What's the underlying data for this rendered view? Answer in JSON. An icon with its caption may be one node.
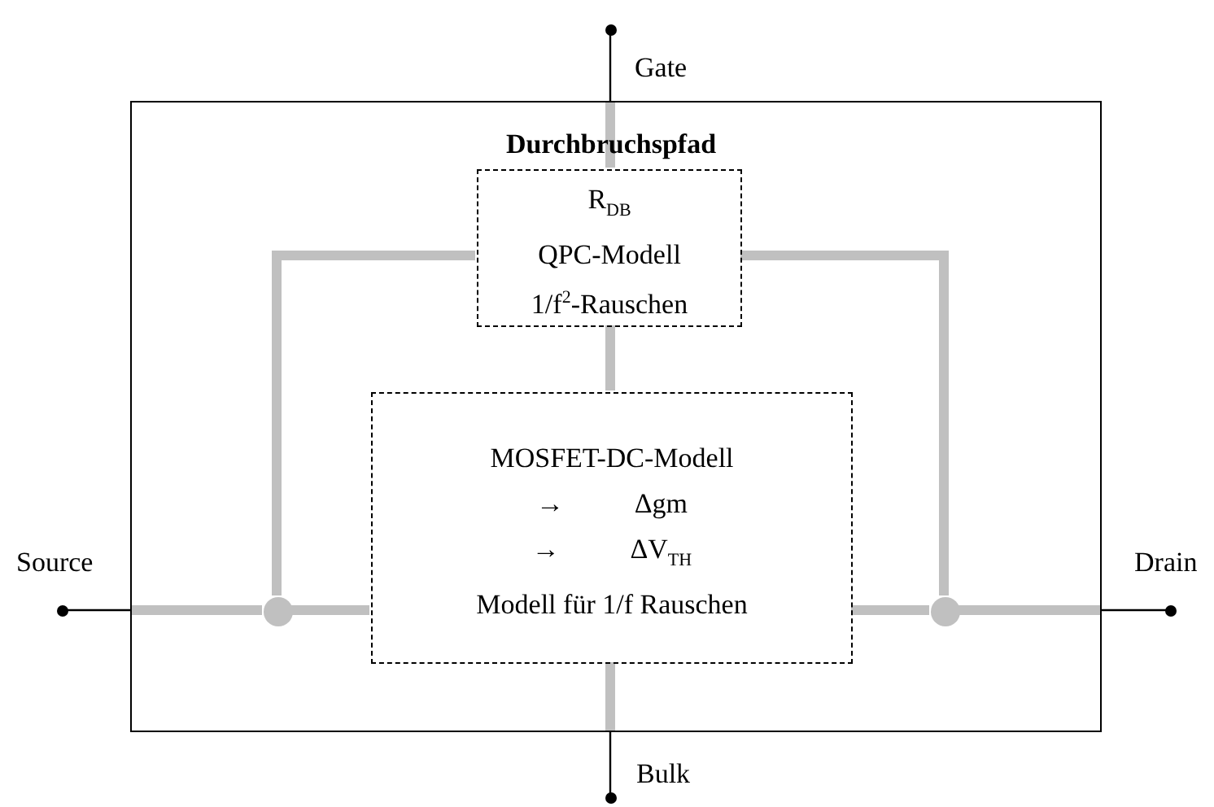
{
  "diagram": {
    "nodes": [
      {
        "text": [],
        "shape": "box"
      },
      {
        "text": [
          "Gate"
        ]
      },
      {
        "text": [
          "Source"
        ]
      },
      {
        "text": [
          "Drain"
        ]
      },
      {
        "text": [
          "Bulk"
        ]
      },
      {
        "text": [
          "Durchbruchspfad",
          "R$_{DB}$",
          "QPC-Modell",
          "1/f$^{2}$-Rauschen"
        ],
        "in": 0
      },
      {
        "text": [
          "MOSFET-DC-Modell",
          "→ Δgm",
          "→ ΔV$_{TH}$",
          "Modell für 1/f Rauschen"
        ],
        "in": 0
      },
      {
        "text": [],
        "shape": "circle",
        "in": 0
      },
      {
        "text": [],
        "shape": "circle",
        "in": 0
      }
    ],
    "edges": [
      {
        "from": 1,
        "to": 0,
        "arrow": "none",
        "color": "#000000"
      },
      {
        "from": 2,
        "to": 0,
        "arrow": "none",
        "color": "#000000"
      },
      {
        "from": 3,
        "to": 0,
        "arrow": "none",
        "color": "#000000"
      },
      {
        "from": 4,
        "to": 0,
        "arrow": "none",
        "color": "#000000"
      },
      {
        "from": 0,
        "to": 5,
        "arrow": "none"
      },
      {
        "from": 5,
        "to": 6,
        "arrow": "none"
      },
      {
        "from": 6,
        "to": 0,
        "arrow": "none"
      },
      {
        "from": 0,
        "to": 7,
        "arrow": "none"
      },
      {
        "from": 7,
        "to": 6,
        "arrow": "none"
      },
      {
        "from": 7,
        "to": 5,
        "arrow": "none"
      },
      {
        "from": 6,
        "to": 8,
        "arrow": "none"
      },
      {
        "from": 8,
        "to": 0,
        "arrow": "none"
      },
      {
        "from": 8,
        "to": 5,
        "arrow": "none"
      }
    ]
  }
}
